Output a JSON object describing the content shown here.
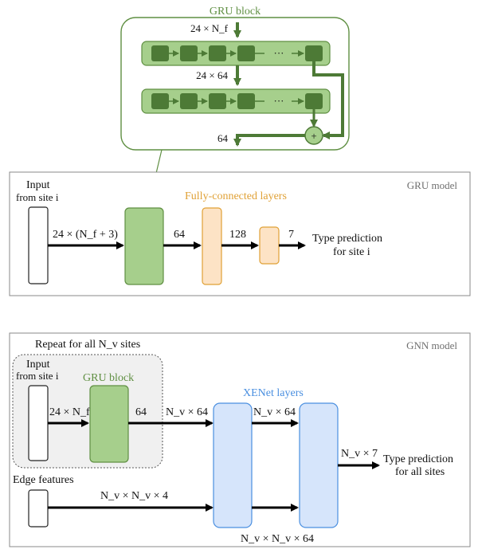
{
  "gru_block": {
    "title": "GRU block",
    "input_dim": "24 × N_f",
    "mid_dim": "24 × 64",
    "output_dim": "64",
    "ellipsis": "···",
    "sum_symbol": "+"
  },
  "gru_model": {
    "panel_label": "GRU model",
    "input_label_line1": "Input",
    "input_label_line2": "from site i",
    "input_dim": "24 × (N_f + 3)",
    "fc_title": "Fully-connected layers",
    "dim_1": "64",
    "dim_2": "128",
    "dim_3": "7",
    "output_line1": "Type prediction",
    "output_line2": "for site i"
  },
  "gnn_model": {
    "panel_label": "GNN model",
    "repeat_label": "Repeat for all N_v sites",
    "input_label_line1": "Input",
    "input_label_line2": "from site i",
    "gru_block_label": "GRU block",
    "input_dim": "24 × N_f",
    "gru_out_dim": "64",
    "node_dim_1": "N_v × 64",
    "xenet_title": "XENet layers",
    "node_dim_2": "N_v × 64",
    "edge_label": "Edge features",
    "edge_dim_1": "N_v × N_v × 4",
    "edge_dim_2": "N_v × N_v × 64",
    "output_dim": "N_v × 7",
    "output_line1": "Type prediction",
    "output_line2": "for all sites"
  },
  "colors": {
    "gru_fill": "#a6cf8c",
    "gru_stroke": "#5f8f42",
    "gru_dark": "#4d7a36",
    "fc_fill": "#fde3c5",
    "fc_stroke": "#e0a136",
    "xenet_fill": "#d6e5fb",
    "xenet_stroke": "#4a8fe0",
    "shade_fill": "#f0f0f0"
  }
}
